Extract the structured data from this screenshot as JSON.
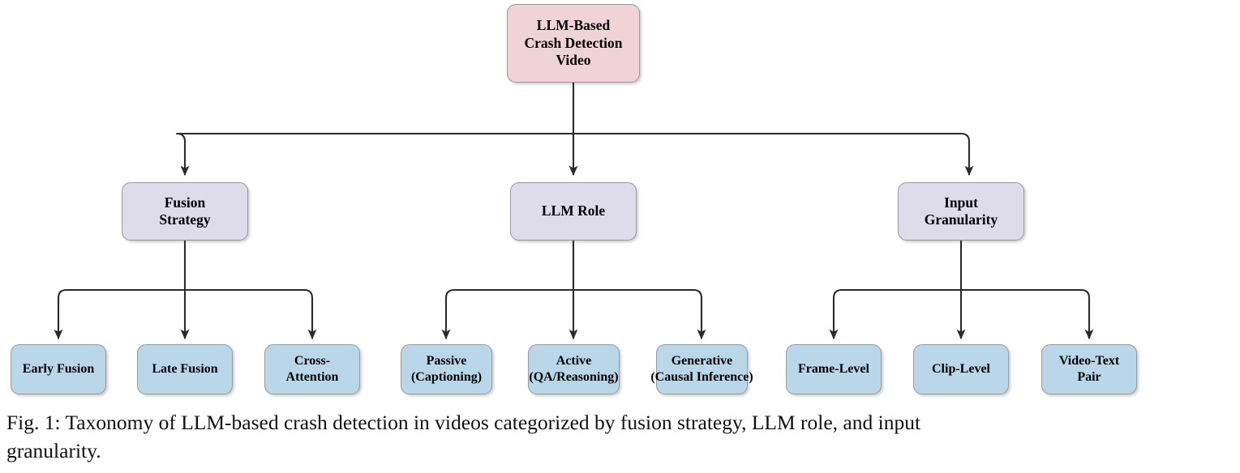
{
  "figure": {
    "caption_line1": "Fig. 1: Taxonomy of LLM-based crash detection in videos categorized by fusion strategy, LLM role, and input",
    "caption_line2": "granularity.",
    "colors": {
      "root_fill": "#f0d3d4",
      "category_fill": "#dedbeb",
      "leaf_fill": "#b9d7e8",
      "border": "#9a9a9a",
      "edge": "#2b2b2b",
      "text": "#000000"
    }
  },
  "tree": {
    "root": {
      "id": "llm-based-crash-detection-video",
      "line1": "LLM-Based",
      "line2": "Crash Detection",
      "line3": "Video"
    },
    "categories": [
      {
        "id": "fusion-strategy",
        "line1": "Fusion",
        "line2": "Strategy",
        "children": [
          {
            "id": "early-fusion",
            "line1": "Early Fusion",
            "line2": ""
          },
          {
            "id": "late-fusion",
            "line1": "Late Fusion",
            "line2": ""
          },
          {
            "id": "cross-attention",
            "line1": "Cross-",
            "line2": "Attention"
          }
        ]
      },
      {
        "id": "llm-role",
        "line1": "LLM Role",
        "line2": "",
        "children": [
          {
            "id": "passive-captioning",
            "line1": "Passive",
            "line2": "(Captioning)"
          },
          {
            "id": "active-qa-reasoning",
            "line1": "Active",
            "line2": "(QA/Reasoning)"
          },
          {
            "id": "generative-causal-inference",
            "line1": "Generative",
            "line2": "(Causal Inference)"
          }
        ]
      },
      {
        "id": "input-granularity",
        "line1": "Input",
        "line2": "Granularity",
        "children": [
          {
            "id": "frame-level",
            "line1": "Frame-Level",
            "line2": ""
          },
          {
            "id": "clip-level",
            "line1": "Clip-Level",
            "line2": ""
          },
          {
            "id": "video-text-pair",
            "line1": "Video-Text",
            "line2": "Pair"
          }
        ]
      }
    ]
  }
}
